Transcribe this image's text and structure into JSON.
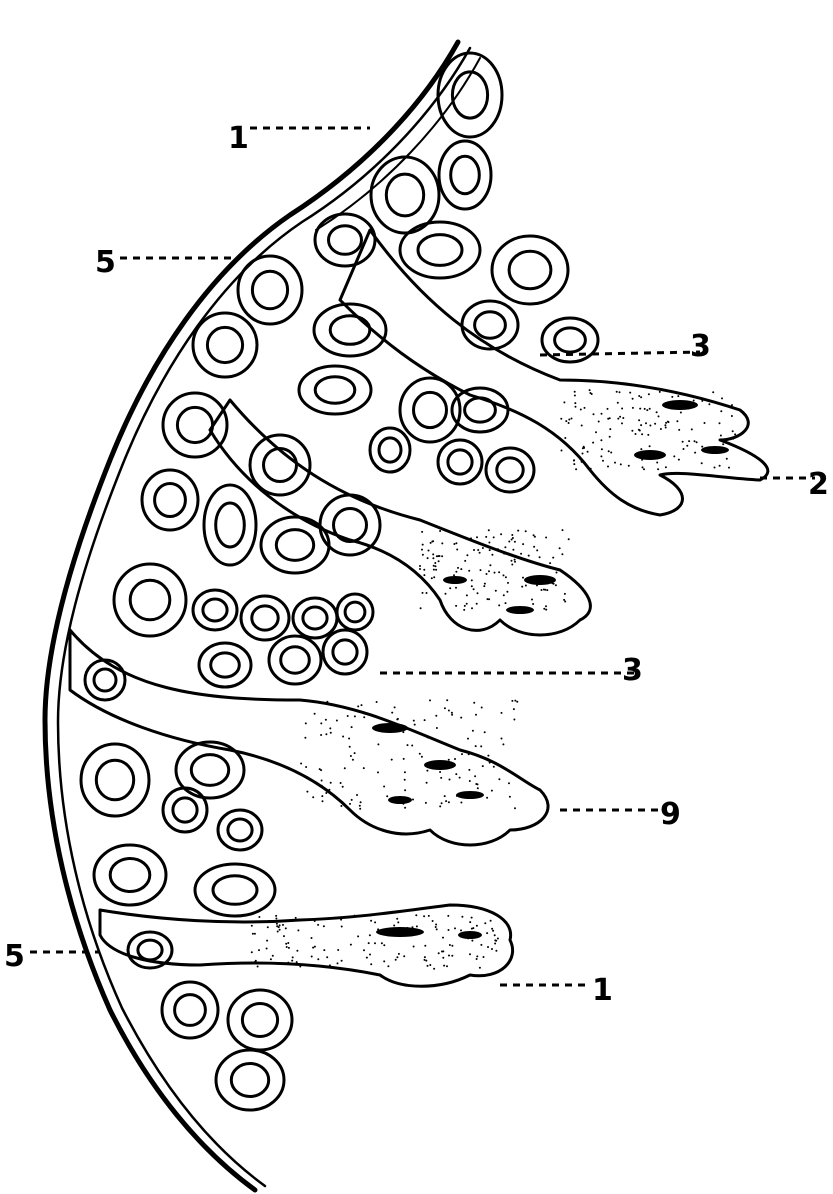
{
  "diagram": {
    "labels": [
      {
        "id": "label-1-top",
        "text": "1"
      },
      {
        "id": "label-5-upper",
        "text": "5"
      },
      {
        "id": "label-3-upper",
        "text": "3"
      },
      {
        "id": "label-2-upper",
        "text": "2"
      },
      {
        "id": "label-3-middle",
        "text": "3"
      },
      {
        "id": "label-9",
        "text": "9"
      },
      {
        "id": "label-5-lower",
        "text": "5"
      },
      {
        "id": "label-1-lower",
        "text": "1"
      }
    ]
  }
}
